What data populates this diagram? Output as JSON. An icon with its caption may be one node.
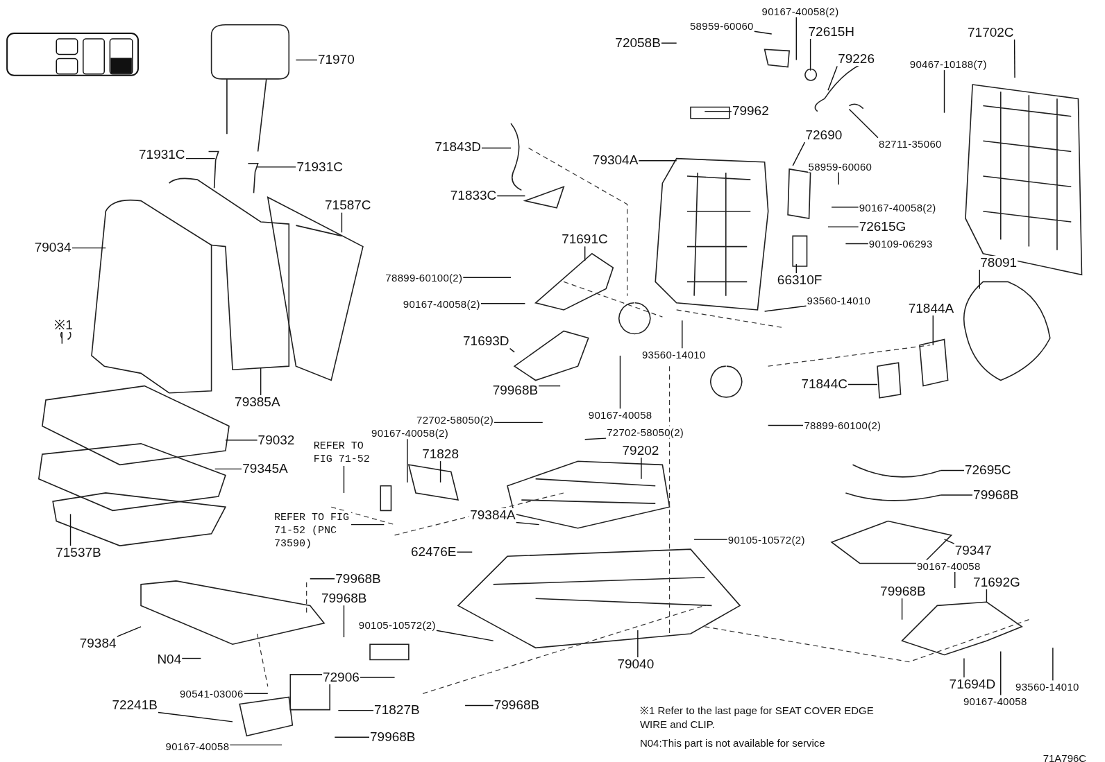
{
  "diagram": {
    "nodes": [
      {
        "text": [
          "71970"
        ]
      },
      {
        "text": [
          "71931C"
        ]
      },
      {
        "text": [
          "71931C"
        ]
      },
      {
        "text": [
          "79034"
        ]
      },
      {
        "text": [
          "71587C"
        ]
      },
      {
        "text": [
          "※1"
        ]
      },
      {
        "text": [
          "79385A"
        ]
      },
      {
        "text": [
          "79032"
        ]
      },
      {
        "text": [
          "79345A"
        ]
      },
      {
        "text": [
          "71537B"
        ]
      },
      {
        "text": [
          "72058B"
        ]
      },
      {
        "text": [
          "58959-60060"
        ]
      },
      {
        "text": [
          "90167-40058(2)"
        ]
      },
      {
        "text": [
          "72615H"
        ]
      },
      {
        "text": [
          "79226"
        ]
      },
      {
        "text": [
          "71702C"
        ]
      },
      {
        "text": [
          "90467-10188(7)"
        ]
      },
      {
        "text": [
          "79962"
        ]
      },
      {
        "text": [
          "82711-35060"
        ]
      },
      {
        "text": [
          "71843D"
        ]
      },
      {
        "text": [
          "79304A"
        ]
      },
      {
        "text": [
          "72690"
        ]
      },
      {
        "text": [
          "58959-60060"
        ]
      },
      {
        "text": [
          "71833C"
        ]
      },
      {
        "text": [
          "90167-40058(2)"
        ]
      },
      {
        "text": [
          "72615G"
        ]
      },
      {
        "text": [
          "71691C"
        ]
      },
      {
        "text": [
          "90109-06293"
        ]
      },
      {
        "text": [
          "78091"
        ]
      },
      {
        "text": [
          "78899-60100(2)"
        ]
      },
      {
        "text": [
          "66310F"
        ]
      },
      {
        "text": [
          "90167-40058(2)"
        ]
      },
      {
        "text": [
          "93560-14010"
        ]
      },
      {
        "text": [
          "71844A"
        ]
      },
      {
        "text": [
          "93560-14010"
        ]
      },
      {
        "text": [
          "71693D"
        ]
      },
      {
        "text": [
          "71844C"
        ]
      },
      {
        "text": [
          "79968B"
        ]
      },
      {
        "text": [
          "90167-40058"
        ]
      },
      {
        "text": [
          "72702-58050(2)"
        ]
      },
      {
        "text": [
          "78899-60100(2)"
        ]
      },
      {
        "text": [
          "72702-58050(2)"
        ]
      },
      {
        "text": [
          "90167-40058(2)"
        ]
      },
      {
        "text": [
          "71828"
        ]
      },
      {
        "text": [
          "79202"
        ]
      },
      {
        "text": [
          "REFER TO FIG 71-52"
        ]
      },
      {
        "text": [
          "72695C"
        ]
      },
      {
        "text": [
          "79968B"
        ]
      },
      {
        "text": [
          "79384A"
        ]
      },
      {
        "text": [
          "REFER TO FIG 71-52 (PNC 73590)"
        ]
      },
      {
        "text": [
          "90105-10572(2)"
        ]
      },
      {
        "text": [
          "62476E"
        ]
      },
      {
        "text": [
          "79347"
        ]
      },
      {
        "text": [
          "90167-40058"
        ]
      },
      {
        "text": [
          "79968B"
        ]
      },
      {
        "text": [
          "71692G"
        ]
      },
      {
        "text": [
          "79968B"
        ]
      },
      {
        "text": [
          "79968B"
        ]
      },
      {
        "text": [
          "90105-10572(2)"
        ]
      },
      {
        "text": [
          "79384"
        ]
      },
      {
        "text": [
          "N04"
        ]
      },
      {
        "text": [
          "79040"
        ]
      },
      {
        "text": [
          "72906"
        ]
      },
      {
        "text": [
          "71694D"
        ]
      },
      {
        "text": [
          "93560-14010"
        ]
      },
      {
        "text": [
          "90541-03006"
        ]
      },
      {
        "text": [
          "72241B"
        ]
      },
      {
        "text": [
          "90167-40058"
        ]
      },
      {
        "text": [
          "79968B"
        ]
      },
      {
        "text": [
          "71827B"
        ]
      },
      {
        "text": [
          "79968B"
        ]
      },
      {
        "text": [
          "90167-40058"
        ]
      }
    ],
    "edges": [
      {
        "from": 0,
        "to": null,
        "arrow": "none"
      },
      {
        "from": 1,
        "to": null,
        "arrow": "none"
      },
      {
        "from": 2,
        "to": null,
        "arrow": "none"
      },
      {
        "from": 3,
        "to": null,
        "arrow": "none"
      },
      {
        "from": 4,
        "to": null,
        "arrow": "none"
      },
      {
        "from": 5,
        "to": null,
        "arrow": "none"
      },
      {
        "from": 6,
        "to": null,
        "arrow": "none"
      },
      {
        "from": 7,
        "to": null,
        "arrow": "none"
      },
      {
        "from": 8,
        "to": null,
        "arrow": "none"
      },
      {
        "from": 9,
        "to": null,
        "arrow": "none"
      },
      {
        "from": 10,
        "to": null,
        "arrow": "none"
      },
      {
        "from": 11,
        "to": null,
        "arrow": "none"
      },
      {
        "from": 12,
        "to": null,
        "arrow": "none"
      },
      {
        "from": 13,
        "to": null,
        "arrow": "none"
      },
      {
        "from": 14,
        "to": null,
        "arrow": "none"
      },
      {
        "from": 15,
        "to": null,
        "arrow": "none"
      },
      {
        "from": 16,
        "to": null,
        "arrow": "none"
      },
      {
        "from": 17,
        "to": null,
        "arrow": "none"
      },
      {
        "from": 18,
        "to": null,
        "arrow": "none"
      },
      {
        "from": 19,
        "to": null,
        "arrow": "none"
      },
      {
        "from": 20,
        "to": null,
        "arrow": "none"
      },
      {
        "from": 21,
        "to": null,
        "arrow": "none"
      },
      {
        "from": 22,
        "to": null,
        "arrow": "none"
      },
      {
        "from": 23,
        "to": null,
        "arrow": "none"
      },
      {
        "from": 24,
        "to": null,
        "arrow": "none"
      },
      {
        "from": 25,
        "to": null,
        "arrow": "none"
      },
      {
        "from": 26,
        "to": null,
        "arrow": "none"
      },
      {
        "from": 27,
        "to": null,
        "arrow": "none"
      },
      {
        "from": 28,
        "to": null,
        "arrow": "none"
      },
      {
        "from": 29,
        "to": null,
        "arrow": "none"
      },
      {
        "from": 30,
        "to": null,
        "arrow": "none"
      },
      {
        "from": 31,
        "to": null,
        "arrow": "none"
      },
      {
        "from": 32,
        "to": null,
        "arrow": "none"
      },
      {
        "from": 33,
        "to": null,
        "arrow": "none"
      },
      {
        "from": 34,
        "to": null,
        "arrow": "none"
      },
      {
        "from": 35,
        "to": null,
        "arrow": "none"
      },
      {
        "from": 36,
        "to": null,
        "arrow": "none"
      },
      {
        "from": 37,
        "to": null,
        "arrow": "none"
      },
      {
        "from": 38,
        "to": null,
        "arrow": "none"
      },
      {
        "from": 39,
        "to": null,
        "arrow": "none"
      },
      {
        "from": 40,
        "to": null,
        "arrow": "none"
      },
      {
        "from": 41,
        "to": null,
        "arrow": "none"
      },
      {
        "from": 42,
        "to": null,
        "arrow": "none"
      },
      {
        "from": 43,
        "to": null,
        "arrow": "none"
      },
      {
        "from": 44,
        "to": null,
        "arrow": "none"
      },
      {
        "from": 45,
        "to": null,
        "arrow": "none"
      },
      {
        "from": 46,
        "to": null,
        "arrow": "none"
      },
      {
        "from": 47,
        "to": null,
        "arrow": "none"
      },
      {
        "from": 48,
        "to": null,
        "arrow": "none"
      },
      {
        "from": 49,
        "to": null,
        "arrow": "none"
      },
      {
        "from": 50,
        "to": null,
        "arrow": "none"
      },
      {
        "from": 51,
        "to": null,
        "arrow": "none"
      },
      {
        "from": 52,
        "to": null,
        "arrow": "none"
      },
      {
        "from": 53,
        "to": null,
        "arrow": "none"
      },
      {
        "from": 54,
        "to": null,
        "arrow": "none"
      },
      {
        "from": 55,
        "to": null,
        "arrow": "none"
      },
      {
        "from": 56,
        "to": null,
        "arrow": "none"
      },
      {
        "from": 57,
        "to": null,
        "arrow": "none"
      },
      {
        "from": 58,
        "to": null,
        "arrow": "none"
      },
      {
        "from": 59,
        "to": null,
        "arrow": "none"
      },
      {
        "from": 60,
        "to": null,
        "arrow": "none"
      },
      {
        "from": 61,
        "to": null,
        "arrow": "none"
      },
      {
        "from": 62,
        "to": null,
        "arrow": "none"
      },
      {
        "from": 63,
        "to": null,
        "arrow": "none"
      },
      {
        "from": 64,
        "to": null,
        "arrow": "none"
      },
      {
        "from": 65,
        "to": null,
        "arrow": "none"
      },
      {
        "from": 66,
        "to": null,
        "arrow": "none"
      },
      {
        "from": 67,
        "to": null,
        "arrow": "none"
      },
      {
        "from": 68,
        "to": null,
        "arrow": "none"
      },
      {
        "from": 69,
        "to": null,
        "arrow": "none"
      },
      {
        "from": 70,
        "to": null,
        "arrow": "none"
      },
      {
        "from": 71,
        "to": null,
        "arrow": "none"
      }
    ],
    "labels": [
      "※1 Refer to the last page for SEAT COVER EDGE WIRE and CLIP.",
      "N04:This part is not available for service",
      "71A796C"
    ]
  }
}
